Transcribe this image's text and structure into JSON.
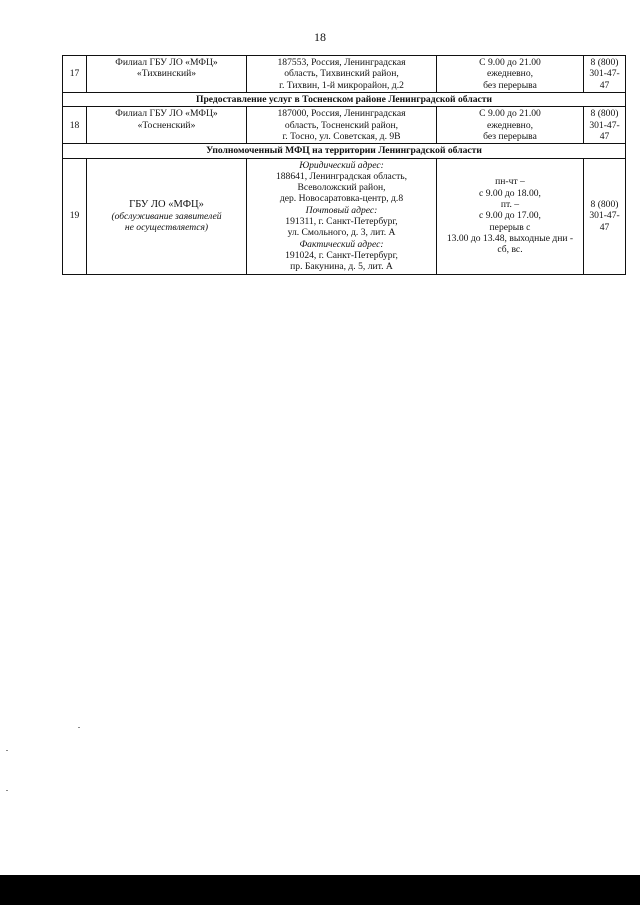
{
  "page": {
    "number": "18"
  },
  "table": {
    "rows": [
      {
        "num": "17",
        "name": [
          "Филиал ГБУ ЛО «МФЦ»",
          "«Тихвинский»"
        ],
        "address": [
          "187553, Россия, Ленинградская",
          "область, Тихвинский район,",
          "г. Тихвин, 1-й микрорайон, д.2"
        ],
        "hours": [
          "С 9.00 до 21.00",
          "ежедневно,",
          "без перерыва"
        ],
        "phone": [
          "8 (800)",
          "301-47-",
          "47"
        ]
      },
      {
        "section": "Предоставление услуг в Тосненском районе Ленинградской области"
      },
      {
        "num": "18",
        "name": [
          "Филиал ГБУ ЛО «МФЦ»",
          "«Тосненский»"
        ],
        "address": [
          "187000, Россия, Ленинградская",
          "область, Тосненский район,",
          "г. Тосно, ул. Советская, д. 9В"
        ],
        "hours": [
          "С 9.00 до 21.00",
          "ежедневно,",
          "без перерыва"
        ],
        "phone": [
          "8 (800)",
          "301-47-",
          "47"
        ]
      },
      {
        "section": "Уполномоченный МФЦ на территории Ленинградской области"
      },
      {
        "num": "19",
        "name": [
          "ГБУ ЛО «МФЦ»"
        ],
        "name_note": [
          "(обслуживание заявителей",
          "не осуществляется)"
        ],
        "address_blocks": [
          {
            "heading": "Юридический адрес:",
            "lines": [
              "188641, Ленинградская область,",
              "Всеволожский район,",
              "дер. Новосаратовка-центр, д.8"
            ]
          },
          {
            "heading": "Почтовый адрес:",
            "lines": [
              "191311, г. Санкт-Петербург,",
              "ул. Смольного, д. 3, лит. А"
            ]
          },
          {
            "heading": "Фактический адрес:",
            "lines": [
              "191024, г. Санкт-Петербург,",
              "пр. Бакунина, д. 5, лит. А"
            ]
          }
        ],
        "hours": [
          "пн-чт –",
          "с 9.00 до 18.00,",
          "пт. –",
          "с 9.00 до 17.00,",
          "перерыв с",
          "13.00 до 13.48, выходные дни -",
          "сб, вс."
        ],
        "phone": [
          "8 (800)",
          "301-47-",
          "47"
        ]
      }
    ]
  }
}
